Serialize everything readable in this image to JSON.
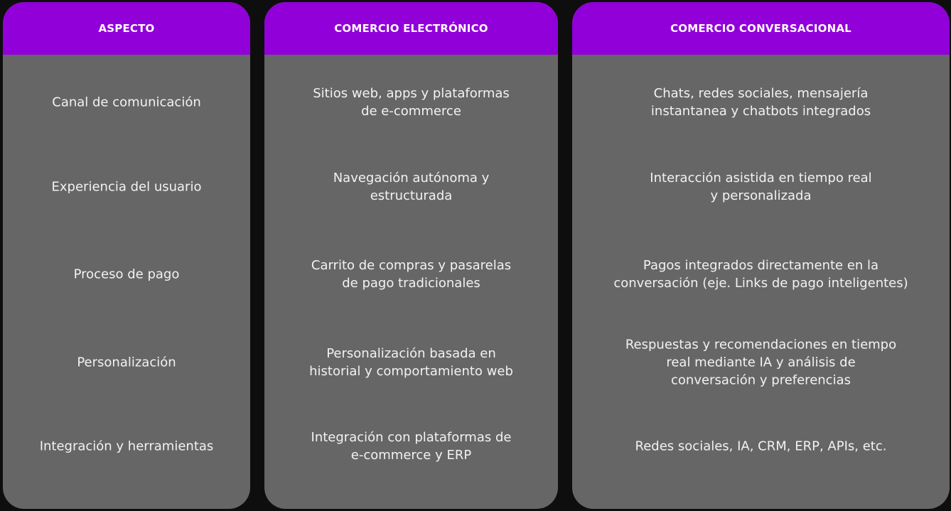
{
  "colors": {
    "header": "#9100d9",
    "body": "#666666",
    "background": "#0e0e0e"
  },
  "columns": [
    {
      "header": "ASPECTO",
      "rows": [
        [
          "Canal de comunicación"
        ],
        [
          "Experiencia del usuario"
        ],
        [
          "Proceso de pago"
        ],
        [
          "Personalización"
        ],
        [
          "Integración y herramientas"
        ]
      ]
    },
    {
      "header": "COMERCIO ELECTRÓNICO",
      "rows": [
        [
          "Sitios web, apps y plataformas",
          "de e-commerce"
        ],
        [
          "Navegación autónoma y",
          "estructurada"
        ],
        [
          "Carrito de compras y pasarelas",
          "de pago tradicionales"
        ],
        [
          "Personalización basada en",
          "historial y comportamiento web"
        ],
        [
          "Integración con plataformas de",
          "e-commerce y ERP"
        ]
      ]
    },
    {
      "header": "COMERCIO CONVERSACIONAL",
      "rows": [
        [
          "Chats, redes sociales, mensajería",
          "instantanea y chatbots integrados"
        ],
        [
          "Interacción asistida en tiempo real",
          "y personalizada"
        ],
        [
          "Pagos integrados directamente en la",
          "conversación (eje. Links de pago inteligentes)"
        ],
        [
          "Respuestas y recomendaciones en tiempo",
          "real mediante IA y análisis de",
          "conversación y preferencias"
        ],
        [
          "Redes sociales, IA, CRM, ERP, APIs, etc."
        ]
      ]
    }
  ]
}
